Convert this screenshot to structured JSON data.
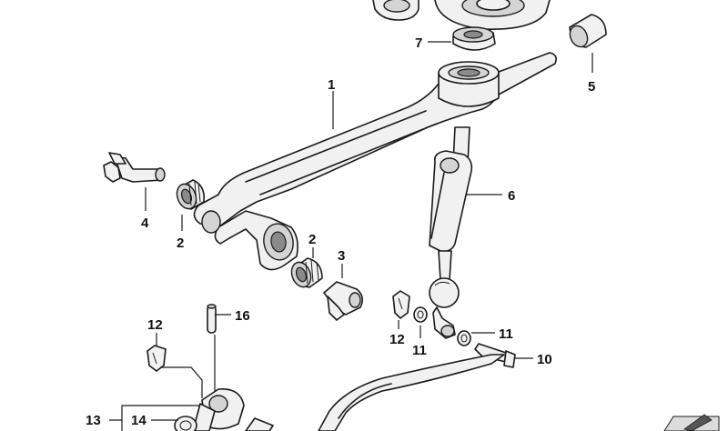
{
  "diagram": {
    "callouts": {
      "c1": "1",
      "c2a": "2",
      "c2b": "2",
      "c3": "3",
      "c4": "4",
      "c5": "5",
      "c6": "6",
      "c7": "7",
      "c10": "10",
      "c11a": "11",
      "c11b": "11",
      "c12a": "12",
      "c12b": "12",
      "c13": "13",
      "c14": "14",
      "c16": "16"
    }
  }
}
